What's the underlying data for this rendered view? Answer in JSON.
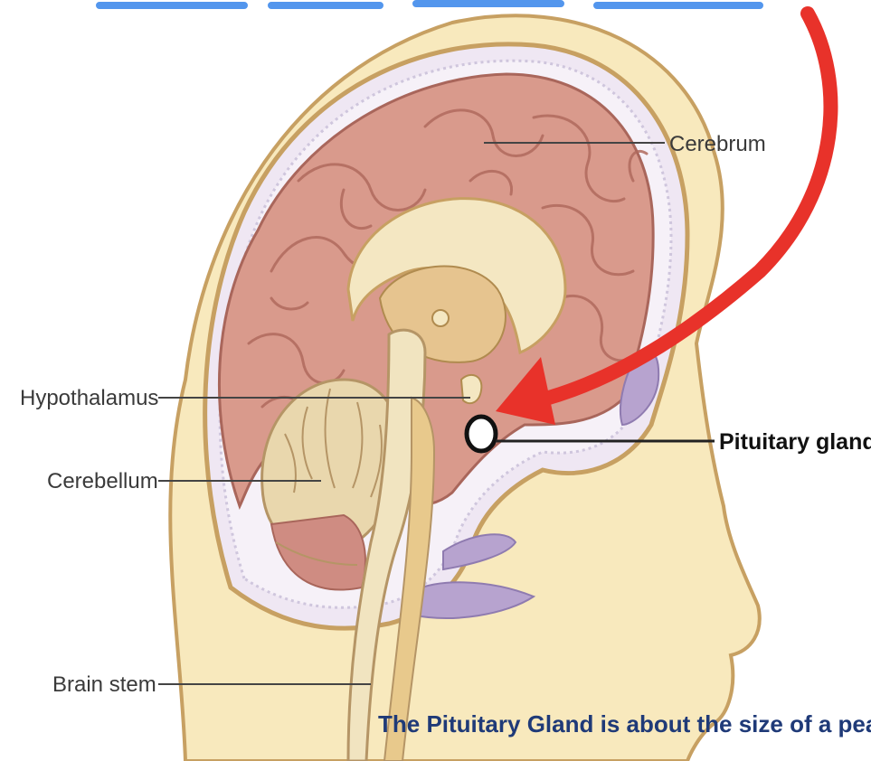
{
  "labels": {
    "cerebrum": "Cerebrum",
    "hypothalamus": "Hypothalamus",
    "cerebellum": "Cerebellum",
    "pituitary": "Pituitary gland",
    "brain_stem": "Brain stem"
  },
  "caption": "The Pituitary Gland is about the size of a pea.",
  "colors": {
    "arrow": "#e8322a",
    "caption": "#1f3a78",
    "skin": "#f8e9bd",
    "skin_outline": "#c7a062",
    "brain": "#d99a8c",
    "brain_dark": "#b46f63",
    "ventricle": "#b7a3cf",
    "title_fragment": "#1a73e8"
  },
  "icons": {
    "arrow": "red-curved-arrow-icon"
  }
}
